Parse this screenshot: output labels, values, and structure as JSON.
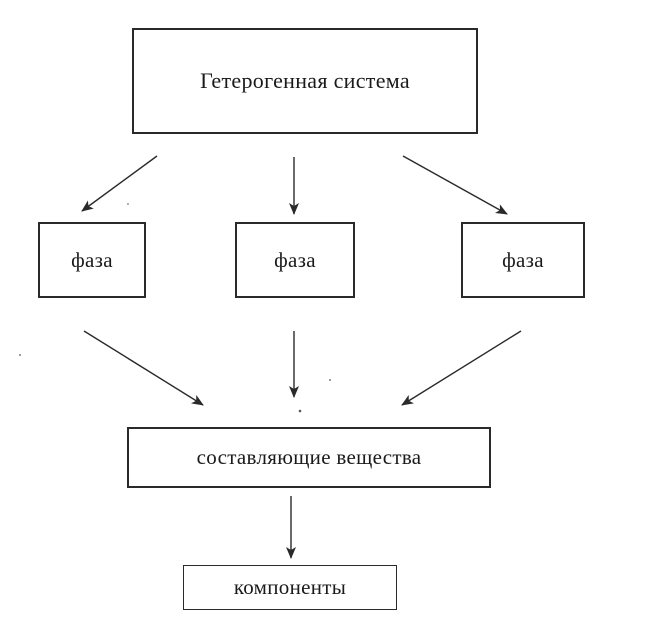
{
  "diagram": {
    "root": {
      "label": "Гетерогенная система"
    },
    "phases": [
      {
        "label": "фаза"
      },
      {
        "label": "фаза"
      },
      {
        "label": "фаза"
      }
    ],
    "substances": {
      "label": "составляющие вещества"
    },
    "components": {
      "label": "компоненты"
    },
    "edges": [
      {
        "from": "root",
        "to": "phase-1"
      },
      {
        "from": "root",
        "to": "phase-2"
      },
      {
        "from": "root",
        "to": "phase-3"
      },
      {
        "from": "phase-1",
        "to": "substances"
      },
      {
        "from": "phase-2",
        "to": "substances"
      },
      {
        "from": "phase-3",
        "to": "substances"
      },
      {
        "from": "substances",
        "to": "components"
      }
    ],
    "colors": {
      "line": "#2a2a2a",
      "background": "#ffffff"
    }
  }
}
